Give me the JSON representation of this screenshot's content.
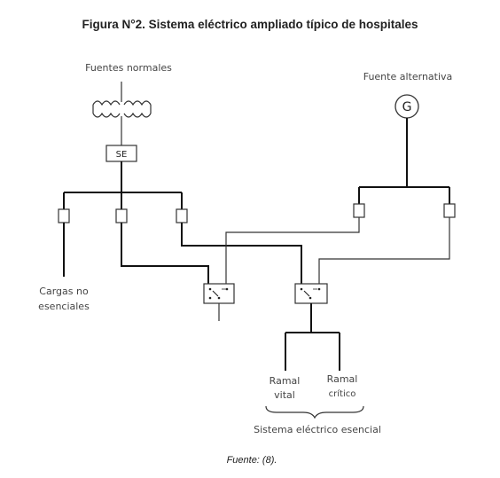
{
  "figure": {
    "title": "Figura N°2. Sistema eléctrico ampliado típico de hospitales",
    "caption": "Fuente: (8)."
  },
  "labels": {
    "normal_sources": "Fuentes normales",
    "alternative_source": "Fuente alternativa",
    "generator_symbol": "G",
    "service_entrance": "SE",
    "non_essential_loads_line1": "Cargas no",
    "non_essential_loads_line2": "esenciales",
    "life_branch_line1": "Ramal",
    "life_branch_line2": "vital",
    "critical_branch_line1": "Ramal",
    "critical_branch_line2": "crítico",
    "essential_system": "Sistema eléctrico esencial"
  }
}
